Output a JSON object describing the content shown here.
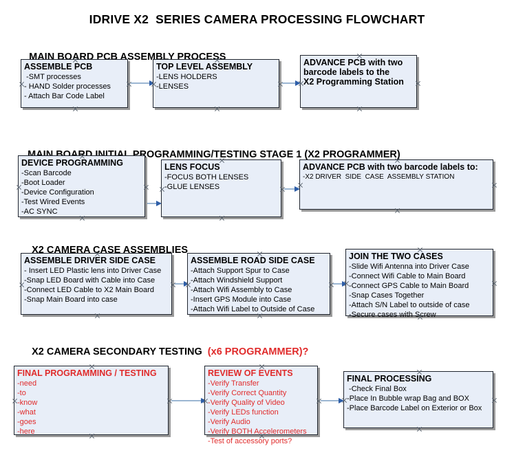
{
  "document": {
    "title": "IDRIVE X2  SERIES CAMERA PROCESSING FLOWCHART"
  },
  "colors": {
    "box_fill": "#e8eef8",
    "box_border": "#20252e",
    "box_shadow": "#9a9a9a",
    "connector_line": "#9bb6d2",
    "connector_head": "#2f5fa8",
    "text": "#000000",
    "accent_red": "#e02b2b"
  },
  "sections": [
    {
      "heading": "MAIN BOARD PCB ASSEMBLY PROCESS",
      "heading_accent": "",
      "nodes": [
        {
          "title": "ASSEMBLE PCB",
          "lines": [
            " -SMT processes",
            "- HAND Solder processes",
            "- Attach Bar Code Label"
          ]
        },
        {
          "title": "TOP LEVEL ASSEMBLY",
          "lines": [
            "-LENS HOLDERS",
            "-LENSES"
          ]
        },
        {
          "title": "ADVANCE PCB with two\nbarcode labels to the\n X2 Programming Station",
          "lines": []
        }
      ]
    },
    {
      "heading": "MAIN BOARD INITIAL PROGRAMMING/TESTING STAGE 1 (X2 PROGRAMMER)",
      "heading_accent": "",
      "nodes": [
        {
          "title": "DEVICE PROGRAMMING",
          "lines": [
            "-Scan Barcode",
            "-Boot Loader",
            "-Device Configuration",
            "-Test Wired Events",
            "-AC SYNC"
          ]
        },
        {
          "title": "LENS FOCUS",
          "lines": [
            "-FOCUS BOTH LENSES",
            "-GLUE LENSES"
          ]
        },
        {
          "title": "ADVANCE PCB with two barcode labels to:",
          "lines": [
            "-X2 DRIVER  SIDE  CASE  ASSEMBLY STATION"
          ]
        }
      ]
    },
    {
      "heading": "X2 CAMERA CASE ASSEMBLIES",
      "heading_accent": "",
      "nodes": [
        {
          "title": "ASSEMBLE DRIVER SIDE CASE",
          "lines": [
            "- Insert LED Plastic lens into Driver Case",
            "-Snap LED Board with Cable into Case",
            "-Connect LED Cable to X2 Main Board",
            "-Snap Main Board into case"
          ]
        },
        {
          "title": "ASSEMBLE ROAD SIDE CASE",
          "lines": [
            "-Attach Support Spur to Case",
            "-Attach Windshield Support",
            "-Attach Wifi Assembly to Case",
            "-Insert GPS Module into Case",
            "-Attach Wifi Label to Outside of Case"
          ]
        },
        {
          "title": "JOIN THE TWO CASES",
          "lines": [
            "-Slide Wifi Antenna into Driver Case",
            "-Connect Wifi Cable to Main Board",
            "-Connect GPS Cable to Main Board",
            "-Snap Cases Together",
            "-Attach S/N Label to outside of case",
            "-Secure cases with Screw"
          ]
        }
      ]
    },
    {
      "heading": "X2 CAMERA SECONDARY TESTING  ",
      "heading_accent": "(x6 PROGRAMMER)?",
      "nodes": [
        {
          "title": "FINAL PROGRAMMING / TESTING",
          "lines": [
            "-need",
            "-to",
            "-know",
            "-what",
            "-goes",
            "-here"
          ]
        },
        {
          "title": "REVIEW OF EVENTS",
          "lines": [
            "-Verify Transfer",
            "-Verify Correct Quantity",
            "-Verify Quality of Video",
            "-Verify LEDs function",
            "-Verify Audio",
            "-Verify BOTH Accelerometers",
            "-Test of accessory ports?"
          ]
        },
        {
          "title": "FINAL PROCESSING",
          "lines": [
            " -Check Final Box",
            "-Place In Bubble wrap Bag and BOX",
            "-Place Barcode Label on Exterior or Box"
          ]
        }
      ]
    }
  ]
}
